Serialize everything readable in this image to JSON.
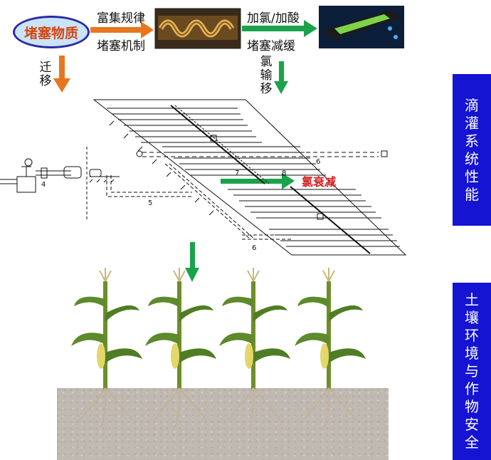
{
  "source_node": "堵塞物质",
  "arrow_labels": {
    "enrichment": "富集规律",
    "mechanism": "堵塞机制",
    "add_chlorine_acid": "加氯/加酸",
    "clog_mitigation": "堵塞减缓",
    "migration": "迁移",
    "chlorine_transport": "氯输移"
  },
  "chlorine_decay": "氯衰减",
  "panels": {
    "system_performance": "滴灌系统性能",
    "soil_crop_safety": "土壤环境与作物安全"
  },
  "diagram_numbers": {
    "n4": "4",
    "n5": "5",
    "n6a": "6",
    "n6b": "6",
    "n7": "7",
    "n8": "8"
  },
  "colors": {
    "orange_arrow": "#e8761e",
    "green_arrow": "#1aa34a",
    "panel_blue": "#1414d2",
    "oval_fill": "#c9e4f7",
    "oval_border": "#2a2aa8",
    "decay_red": "#d42020"
  }
}
